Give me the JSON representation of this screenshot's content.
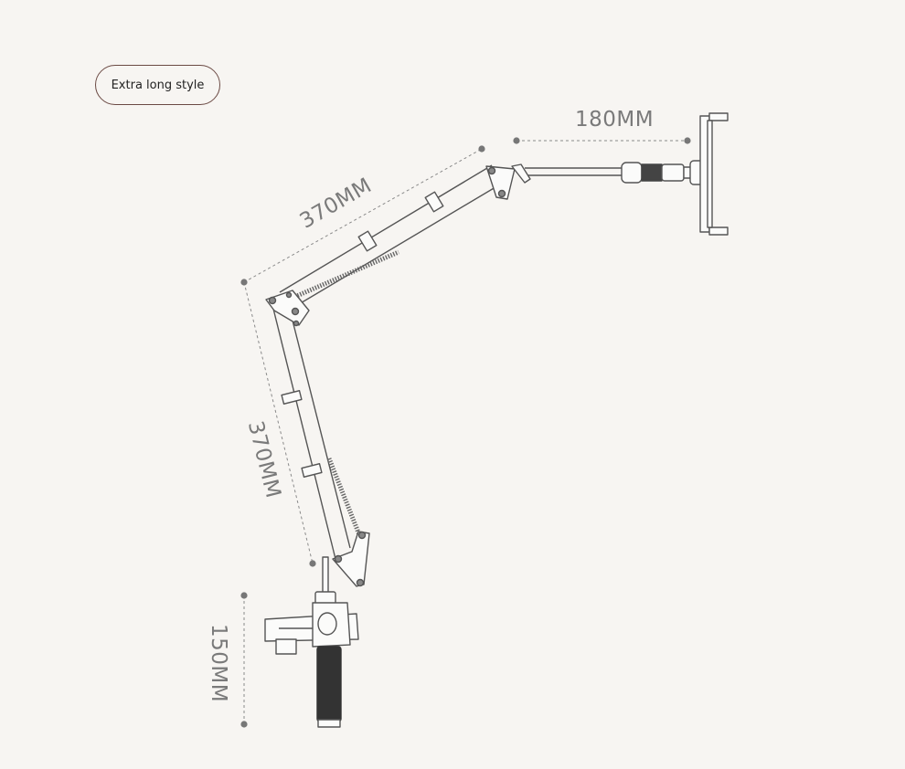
{
  "badge": {
    "label": "Extra long style"
  },
  "dimensions": {
    "phone_holder_width": "180MM",
    "upper_arm_length": "370MM",
    "lower_arm_length": "370MM",
    "clamp_height": "150MM"
  },
  "colors": {
    "background": "#f7f5f2",
    "line": "#555555",
    "dimension_text": "#7a7a7a",
    "badge_border": "#6b4a44"
  }
}
